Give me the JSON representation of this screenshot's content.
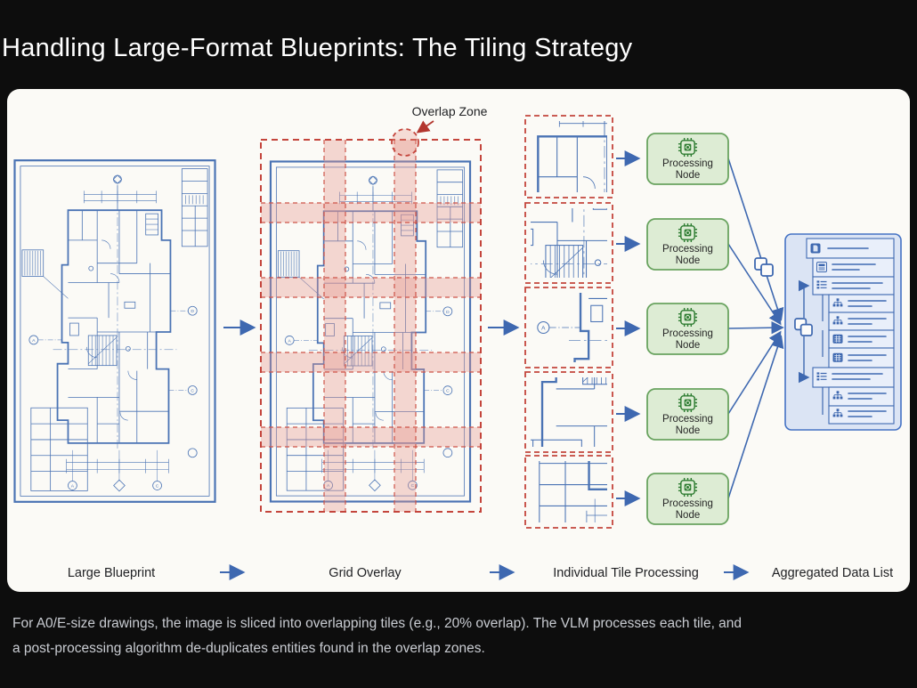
{
  "slide": {
    "title": "Handling Large-Format Blueprints: The Tiling Strategy",
    "caption": {
      "line1": "For A0/E-size drawings, the image is sliced into overlapping tiles (e.g., 20% overlap). The VLM processes each tile, and",
      "line2": "a post-processing algorithm de-duplicates entities found in the overlap zones."
    },
    "background_color": "#0d0d0d",
    "panel_color": "#fbfaf6"
  },
  "diagram": {
    "annotation": {
      "overlap_zone": "Overlap Zone"
    },
    "stages": [
      "Large Blueprint",
      "Grid Overlay",
      "Individual Tile Processing",
      "Aggregated Data List"
    ],
    "processing_node": {
      "lines": [
        "Processing",
        "Node"
      ],
      "count": 5
    },
    "tiles": {
      "count": 5
    },
    "blueprint_markers": [
      "A",
      "B",
      "C",
      "D"
    ],
    "icons": {
      "chip-icon": "CPU chip with gear (processing node)",
      "copy-icon": "two overlapping squares (duplicate tiles)",
      "merge-icon": "two overlapping squares at arrow convergence (de-duplication)",
      "document-icon": "filled document sheet",
      "form-icon": "outlined form with fields",
      "list-icon": "bulleted list rows",
      "org-chart-icon": "hierarchy of small blocks",
      "table-icon": "filled table grid"
    },
    "colors": {
      "blueprint_blue": "#4a73b4",
      "overlay_red": "#c4453c",
      "overlap_band": "#e7978c",
      "node_fill": "#ddecd4",
      "node_border": "#69a35f",
      "chip_green": "#2e7d32",
      "list_panel_fill": "#dbe4f4",
      "arrow_blue": "#3e68b0"
    }
  }
}
